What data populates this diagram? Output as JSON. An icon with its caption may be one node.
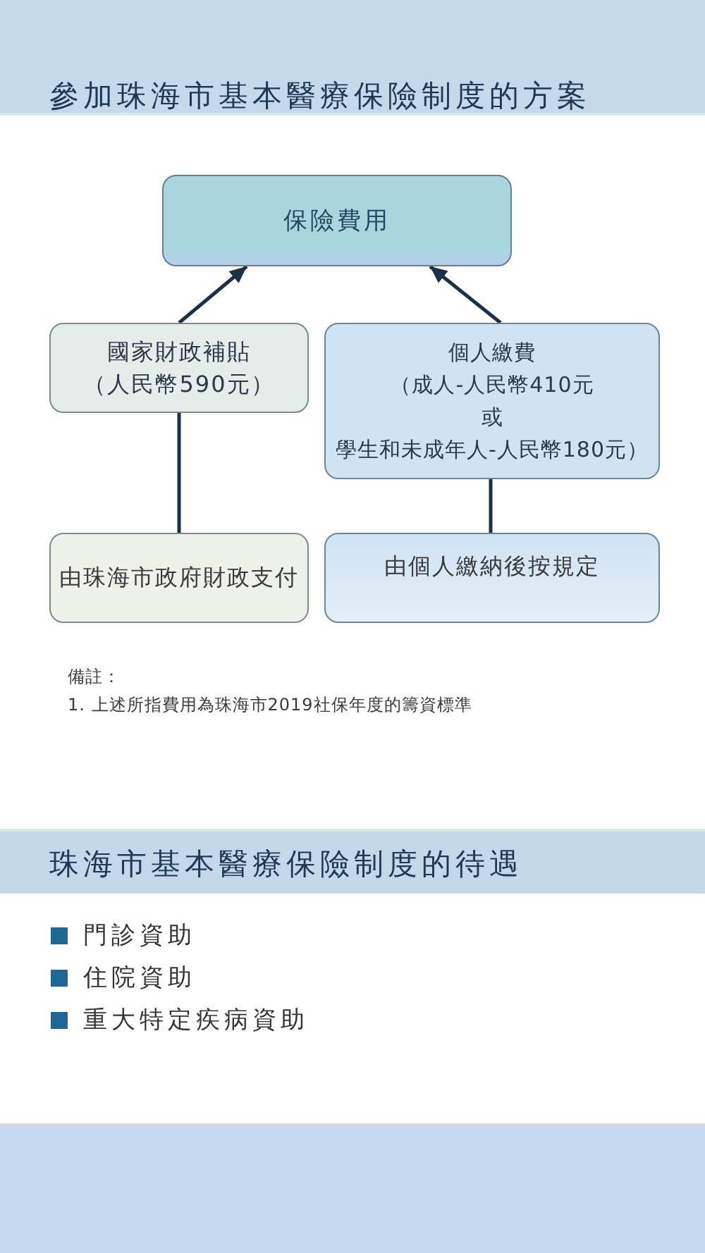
{
  "diagram": {
    "title": "參加珠海市基本醫療保險制度的方案",
    "nodes": [
      {
        "text": [
          "保險費用"
        ]
      },
      {
        "text": [
          "國家財政補貼",
          "（人民幣590元）"
        ]
      },
      {
        "text": [
          "個人繳費",
          "（成人-人民幣410元",
          "或",
          "學生和未成年人-人民幣180元）"
        ]
      },
      {
        "text": [
          "由珠海市政府財政支付"
        ]
      },
      {
        "text": [
          "由個人繳納後按規定"
        ]
      }
    ],
    "edges": [
      {
        "from": 1,
        "to": 0,
        "arrow": "to"
      },
      {
        "from": 2,
        "to": 0,
        "arrow": "to"
      },
      {
        "from": 1,
        "to": 3,
        "arrow": "none"
      },
      {
        "from": 2,
        "to": 4,
        "arrow": "none"
      }
    ],
    "labels": [
      "備註：",
      "1. 上述所指費用為珠海市2019社保年度的籌資標準",
      "珠海市基本醫療保險制度的待遇",
      "門診資助",
      "住院資助",
      "重大特定疾病資助"
    ]
  }
}
